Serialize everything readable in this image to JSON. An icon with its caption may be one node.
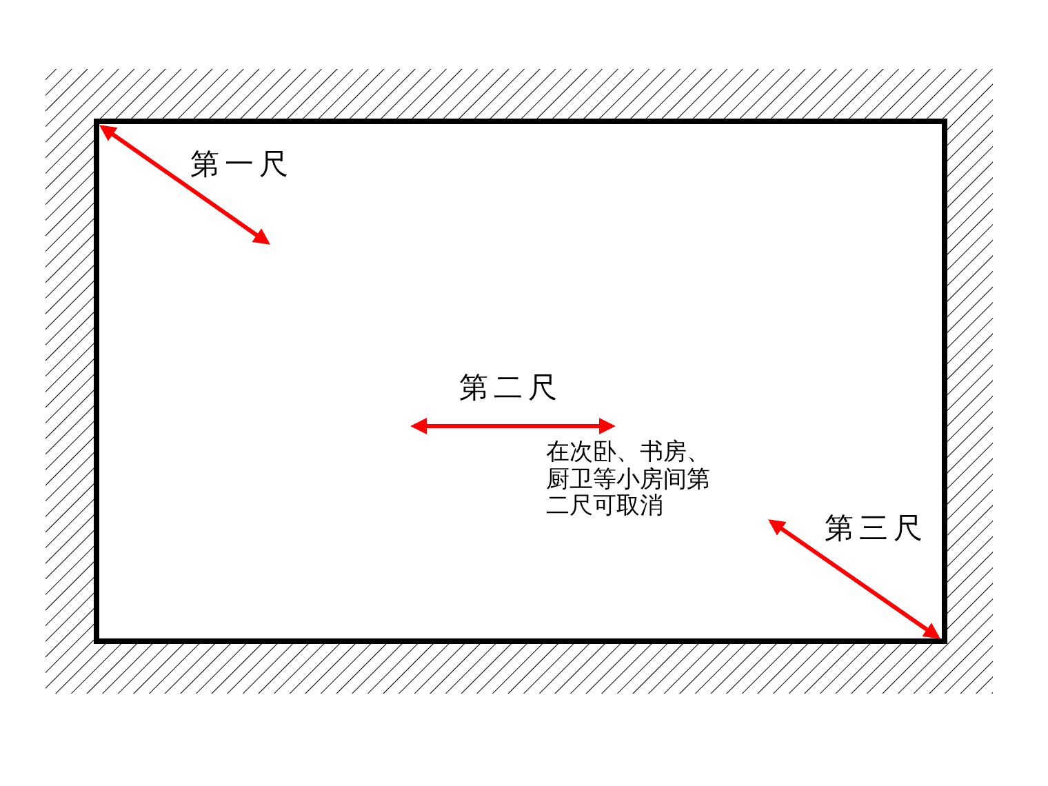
{
  "diagram": {
    "labels": [
      "第一尺",
      "第二尺",
      "在次卧、书房、厨卫等小房间第二尺可取消",
      "第三尺"
    ]
  }
}
